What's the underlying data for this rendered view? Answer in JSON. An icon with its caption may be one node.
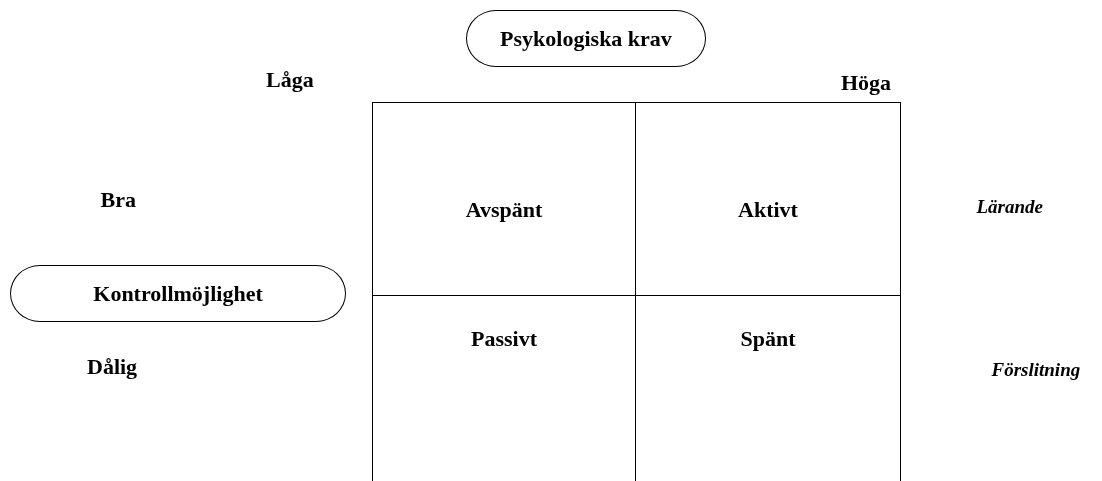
{
  "diagram": {
    "nodes": [
      {
        "text": [
          "Psykologiska krav"
        ]
      },
      {
        "text": [
          "Kontrollmöjlighet"
        ]
      },
      {
        "text": [
          "Avspänt"
        ]
      },
      {
        "text": [
          "Aktivt"
        ]
      },
      {
        "text": [
          "Passivt"
        ]
      },
      {
        "text": [
          "Spänt"
        ]
      }
    ],
    "labels": [
      "Låga",
      "Höga",
      "Bra",
      "Lärande",
      "Dålig",
      "Förslitning"
    ]
  }
}
